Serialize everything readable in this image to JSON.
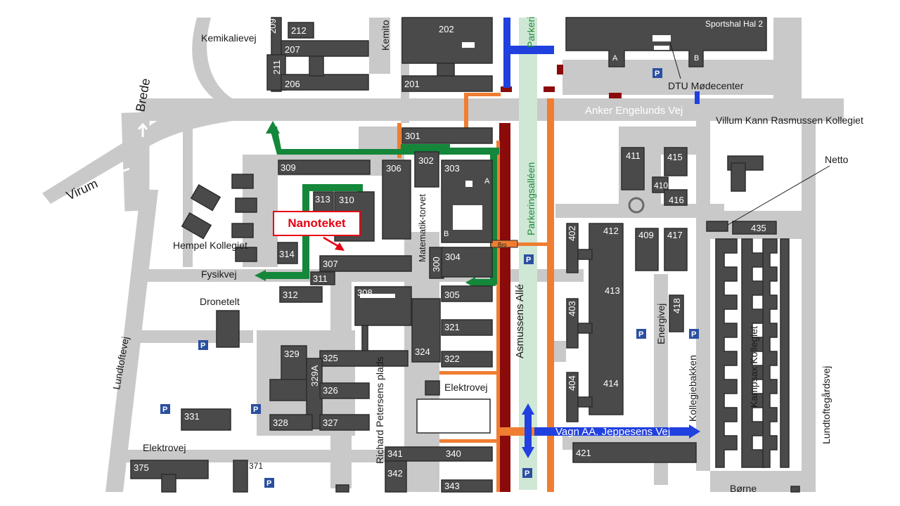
{
  "highlight": {
    "label": "Nanoteket",
    "color": "#e60012"
  },
  "colors": {
    "road": "#c9c9c9",
    "building": "#4a4a4a",
    "green_route": "#14873a",
    "orange_route": "#f07d32",
    "darkred_route": "#8b0a0a",
    "blue_route": "#2040e0",
    "green_strip": "#cfe8d6",
    "parking": "#2b4fa0"
  },
  "icons": {
    "parking": "P",
    "arrow": "arrow-icon",
    "circle": "roundabout-icon"
  },
  "streets": {
    "anker": "Anker Engelunds Vej",
    "asmussens": "Asmussens Allé",
    "parkeringsalleen": "Parkeringsalléen",
    "parkering_top": "Parkeri",
    "fysikvej": "Fysikvej",
    "lundtoftevej": "Lundtoftevej",
    "lundtoftegaardsvej": "Lundtoftegårdsvej",
    "energivej": "Energivej",
    "kollegiebakken": "Kollegiebakken",
    "vagn": "Vagn AA. Jeppesens Vej",
    "elektrovej": "Elektrovej",
    "elektrovej2": "Elektrovej",
    "richard": "Richard Petersens plads",
    "matematik": "Matematik-torvet",
    "kemikalievej": "Kemikalievej",
    "kemito": "Kemito",
    "brede": "Brede",
    "virum": "Virum"
  },
  "places": {
    "sportshal": "Sportshal Hal 2",
    "dtu": "DTU Mødecenter",
    "villum": "Villum Kann Rasmussen Kollegiet",
    "netto": "Netto",
    "hempel": "Hempel Kollegiet",
    "dronetelt": "Dronetelt",
    "kampsax": "Kampsax Kollegiet",
    "bro": "Bro",
    "baerne": "Børne"
  },
  "buildings": [
    "209",
    "212",
    "207",
    "211",
    "206",
    "202",
    "201",
    "301",
    "302",
    "303",
    "306",
    "309",
    "313",
    "310",
    "314",
    "307",
    "311",
    "312",
    "308",
    "300",
    "304",
    "305",
    "321",
    "324",
    "322",
    "325",
    "329",
    "329A",
    "326",
    "327",
    "328",
    "331",
    "375",
    "371",
    "340",
    "341",
    "342",
    "343",
    "411",
    "415",
    "410",
    "416",
    "412",
    "402",
    "409",
    "417",
    "413",
    "403",
    "418",
    "404",
    "414",
    "421",
    "435",
    "A",
    "B"
  ]
}
